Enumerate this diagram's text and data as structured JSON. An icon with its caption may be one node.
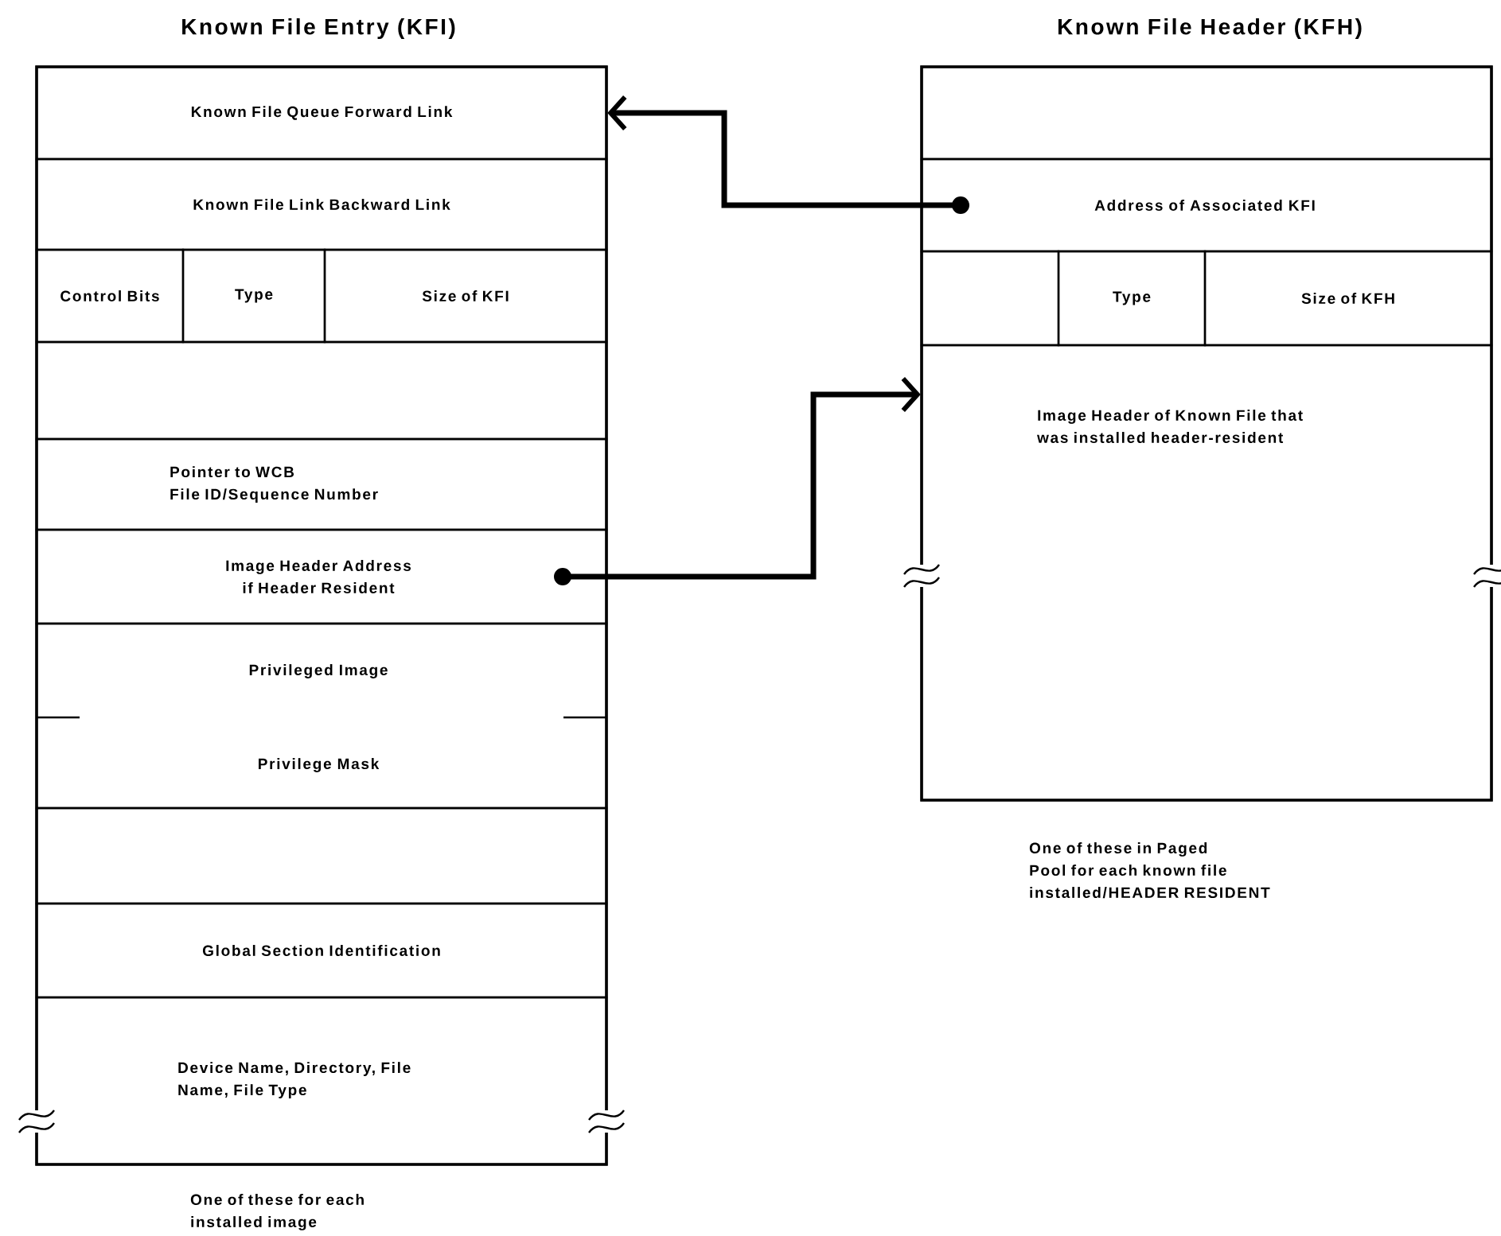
{
  "diagram": {
    "nodes": [
      {
        "text": [
          "Known File Entry (KFI)"
        ],
        "beside": [
          "One of these for each installed image"
        ]
      },
      {
        "text": [
          "Known File Queue Forward Link"
        ],
        "in": 0
      },
      {
        "text": [
          "Known File Link Backward Link"
        ],
        "in": 0
      },
      {
        "text": [
          "Control Bits"
        ],
        "in": 0
      },
      {
        "text": [
          "Type"
        ],
        "in": 0
      },
      {
        "text": [
          "Size of KFI"
        ],
        "in": 0
      },
      {
        "text": [],
        "shape": "box",
        "in": 0
      },
      {
        "text": [
          "Pointer to WCB",
          "File ID/Sequence Number"
        ],
        "in": 0
      },
      {
        "text": [
          "Image Header Address if Header Resident"
        ],
        "in": 0
      },
      {
        "text": [
          "Privileged Image",
          "Privilege Mask"
        ],
        "in": 0
      },
      {
        "text": [],
        "shape": "box",
        "in": 0
      },
      {
        "text": [
          "Global Section Identification"
        ],
        "in": 0
      },
      {
        "text": [
          "Device Name, Directory, File Name, File Type"
        ],
        "in": 0
      },
      {
        "text": [
          "Known File Header (KFH)"
        ],
        "beside": [
          "One of these in Paged Pool for each known file installed/HEADER RESIDENT"
        ]
      },
      {
        "text": [],
        "shape": "box",
        "in": 13
      },
      {
        "text": [
          "Address of Associated KFI"
        ],
        "in": 13
      },
      {
        "text": [],
        "shape": "box",
        "in": 13
      },
      {
        "text": [
          "Type"
        ],
        "in": 13
      },
      {
        "text": [
          "Size of KFH"
        ],
        "in": 13
      },
      {
        "text": [
          "Image Header of Known File that was installed header-resident"
        ],
        "in": 13
      }
    ],
    "edges": [
      {
        "from": 15,
        "to": 1,
        "arrow": "to"
      },
      {
        "from": 8,
        "to": 19,
        "arrow": "to"
      }
    ]
  }
}
